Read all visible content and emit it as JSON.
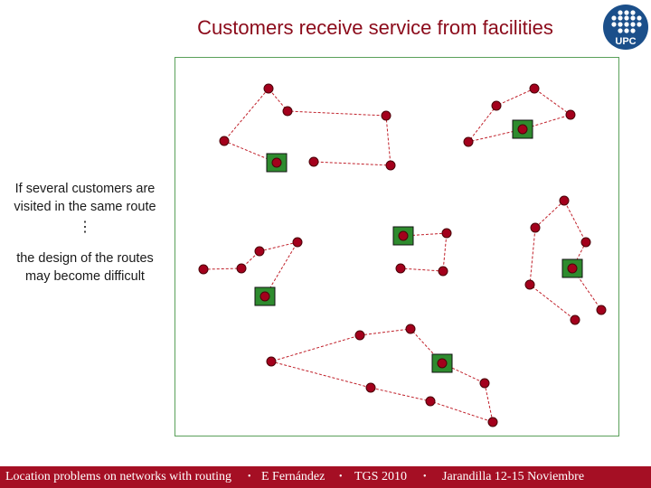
{
  "title": "Customers receive service from facilities",
  "logo": {
    "text": "UPC",
    "color": "#1b4f8a"
  },
  "side": {
    "text1_line1": "If several customers are",
    "text1_line2": "visited in the same route",
    "dots": "⋮",
    "text2_line1": "the design of the routes",
    "text2_line2": "may become difficult"
  },
  "colors": {
    "customer": "#a3001c",
    "facility_fill": "#2e8b2e",
    "route": "#c0202a",
    "panel_border": "#5aa05a",
    "footer_bg": "#a50f24"
  },
  "footer": {
    "course": "Location problems on networks with routing",
    "author": "E Fernández",
    "event": "TGS 2010",
    "place": "Jarandilla 12-15 Noviembre",
    "separator": "•"
  }
}
